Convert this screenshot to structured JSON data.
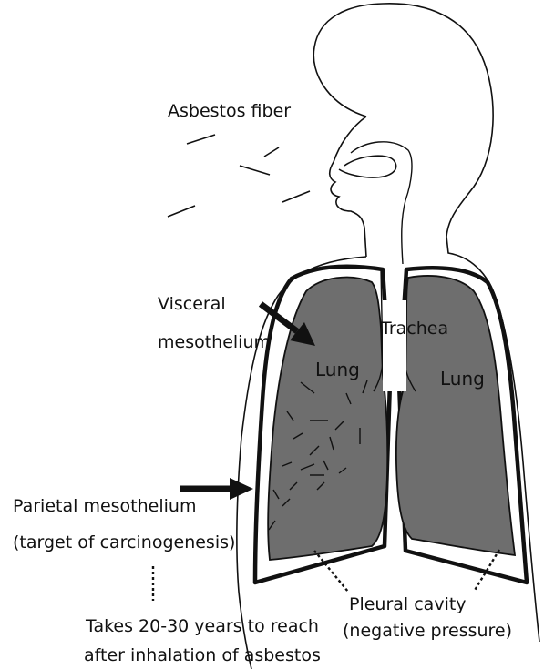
{
  "labels": {
    "asbestos_fiber": "Asbestos fiber",
    "visceral_line1": "Visceral",
    "visceral_line2": "mesothelium",
    "trachea": "Trachea",
    "lung_left": "Lung",
    "lung_right": "Lung",
    "parietal_line1": "Parietal mesothelium",
    "parietal_line2": "(target of carcinogenesis)",
    "takes_line1": "Takes 20-30 years to reach",
    "takes_line2": "after inhalation of asbestos",
    "pleural_line1": "Pleural cavity",
    "pleural_line2": "(negative pressure)"
  },
  "colors": {
    "lung_fill": "#6e6e6e",
    "outline": "#111111",
    "background": "#ffffff"
  }
}
